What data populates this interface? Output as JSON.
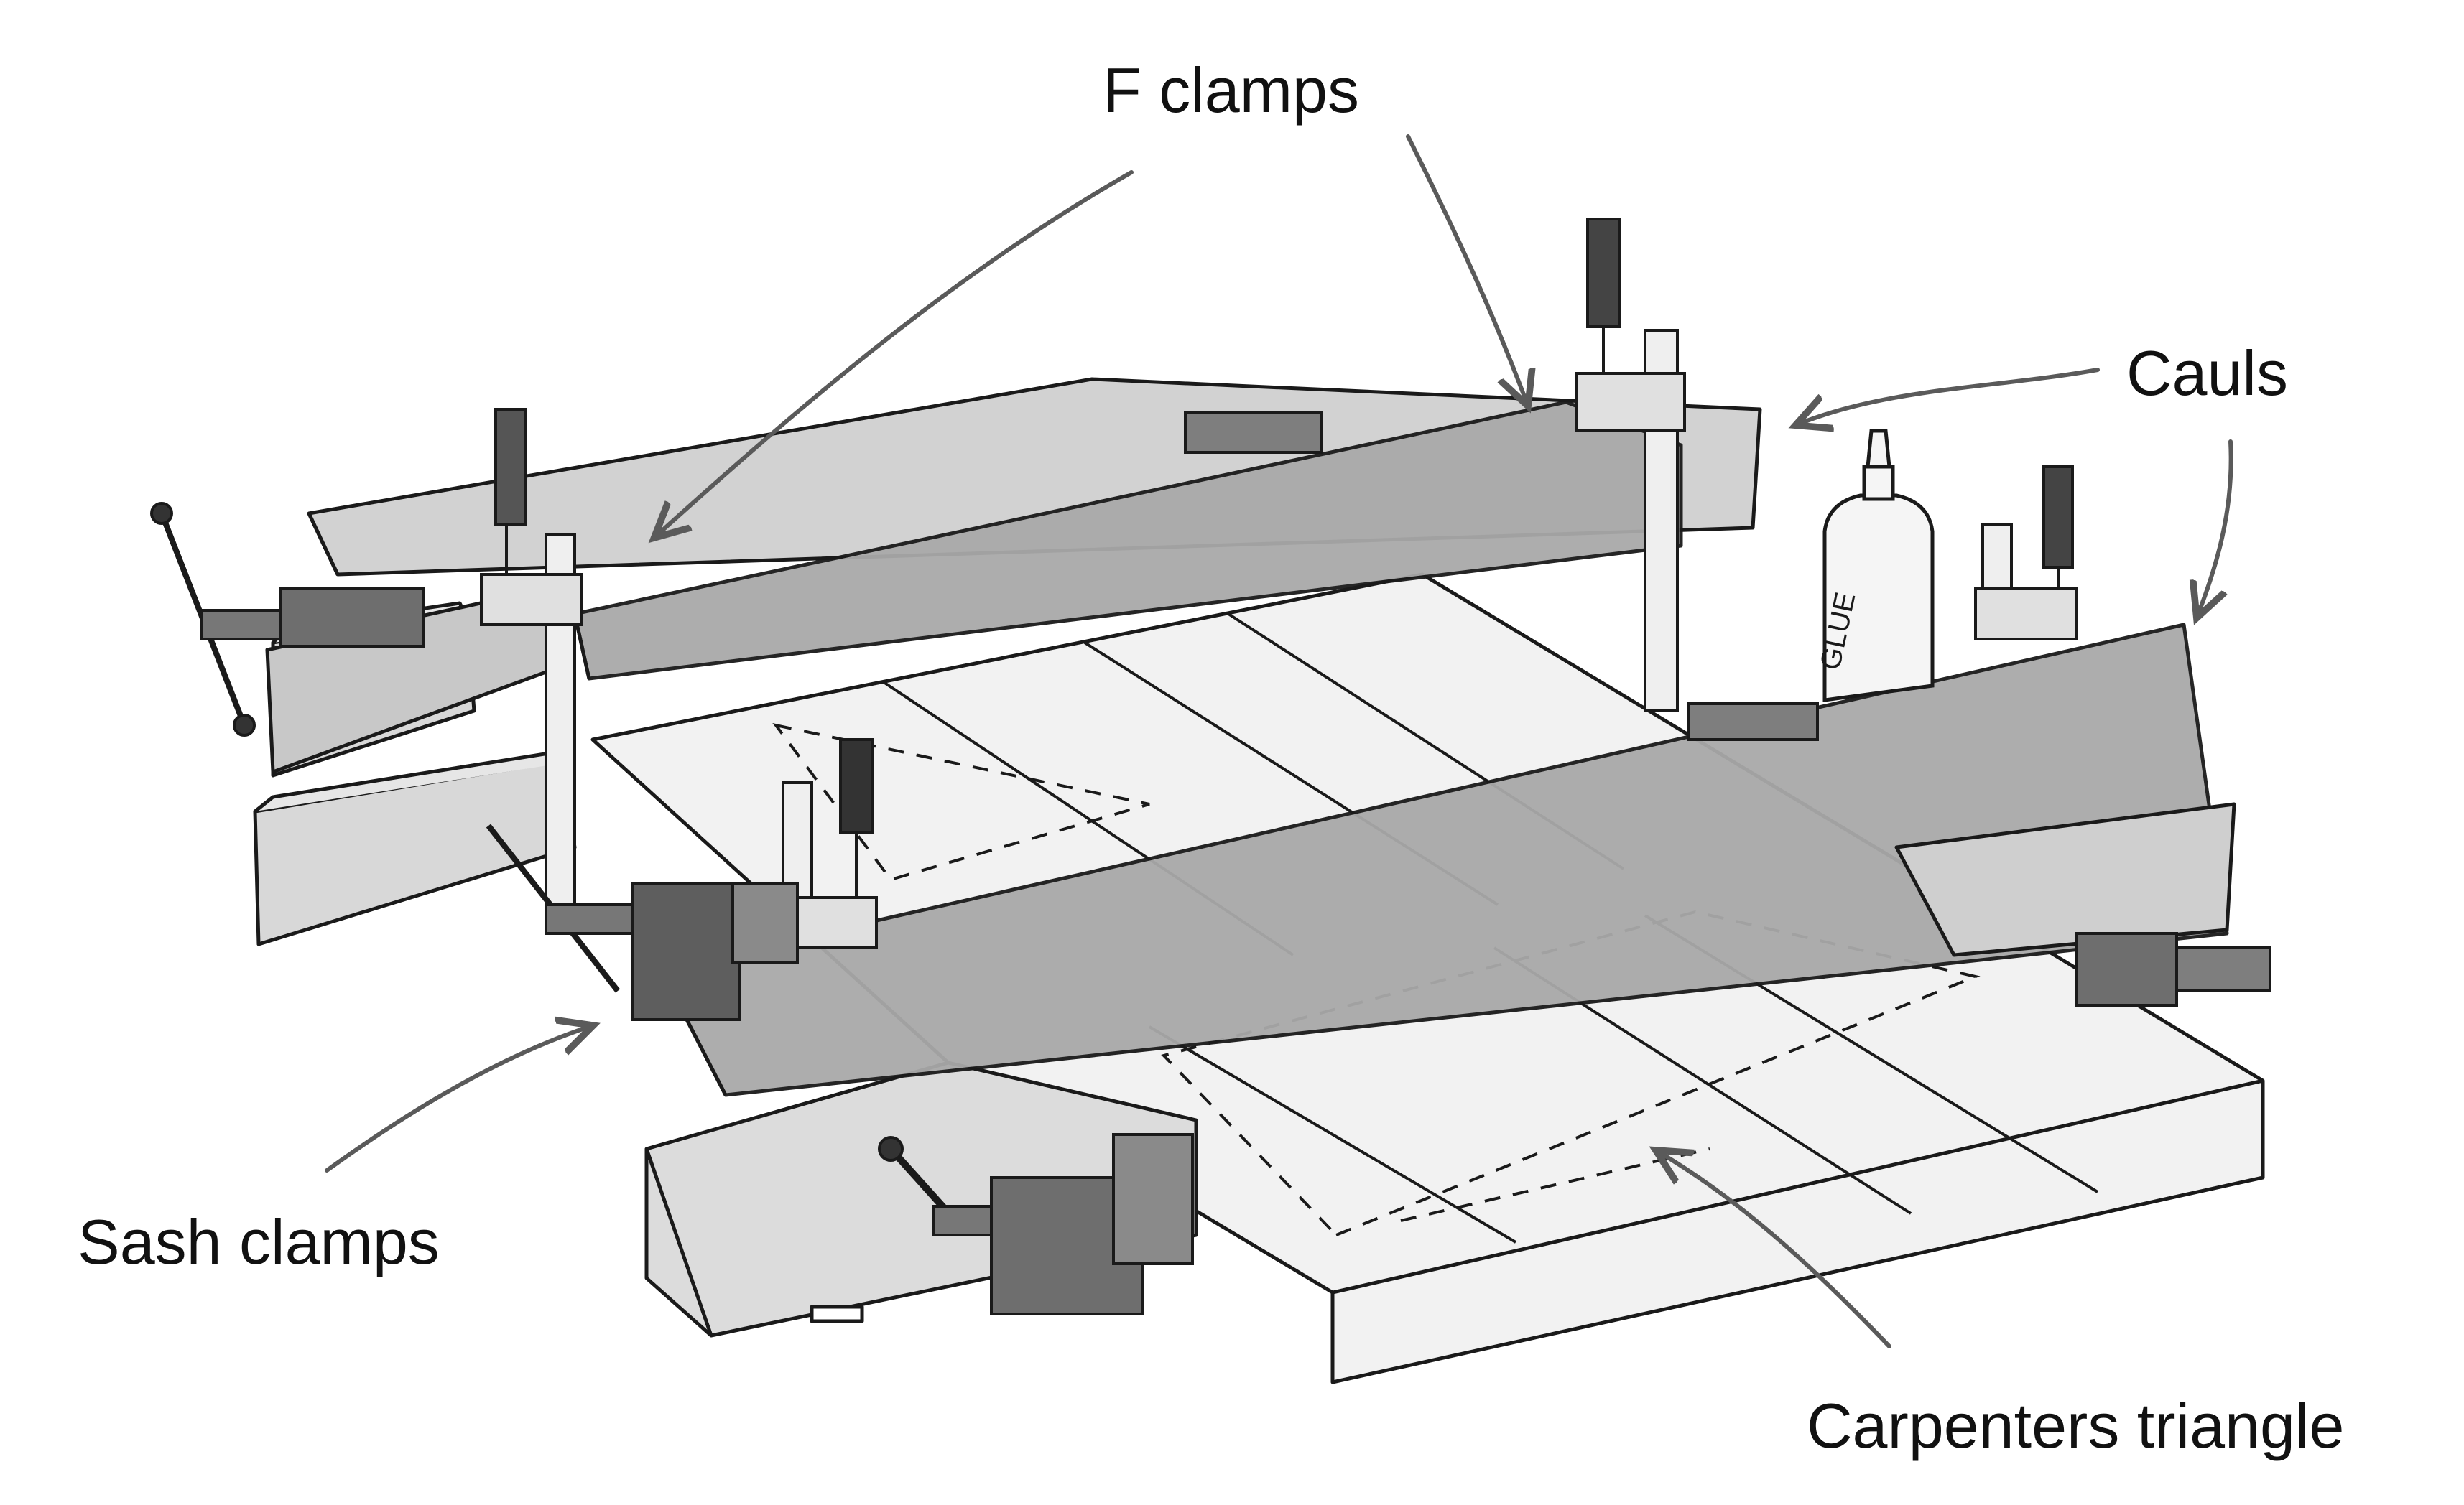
{
  "labels": {
    "f_clamps": "F clamps",
    "cauls": "Cauls",
    "sash_clamps": "Sash clamps",
    "carpenters_triangle": "Carpenters triangle"
  },
  "bottle_text": "GLUE",
  "colors": {
    "ink": "#1a1a1a",
    "caul_wash": "#a9a9a9",
    "panel": "#f2f2f2",
    "bar": "#d2d2d2",
    "clamp_metal": "#6e6e6e",
    "arrow": "#5a5a5a"
  }
}
